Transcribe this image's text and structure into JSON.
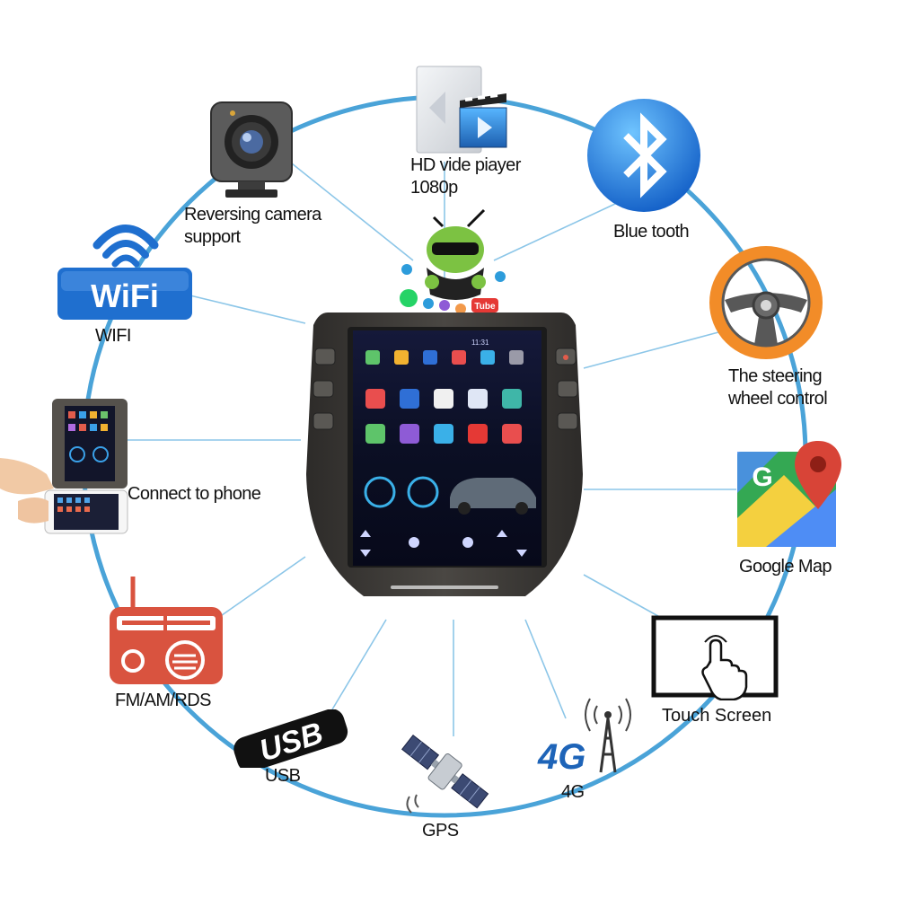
{
  "features": {
    "hd_video": {
      "label": "HD vide piayer\n1080p",
      "icon": "video-player-icon"
    },
    "bluetooth": {
      "label": "Blue tooth",
      "icon": "bluetooth-icon"
    },
    "reversing_camera": {
      "label": "Reversing camera\nsupport",
      "icon": "camera-icon"
    },
    "wifi": {
      "label": "WIFI",
      "logo_text": "WiFi",
      "icon": "wifi-icon"
    },
    "steering": {
      "label": "The steering\nwheel control",
      "icon": "steering-wheel-icon"
    },
    "connect_phone": {
      "label": "Connect to phone",
      "icon": "phone-connect-icon"
    },
    "google_map": {
      "label": "Google Map",
      "logo_text": "G",
      "icon": "google-map-icon"
    },
    "radio": {
      "label": "FM/AM/RDS",
      "icon": "radio-icon"
    },
    "touch_screen": {
      "label": "Touch Screen",
      "icon": "touch-screen-icon"
    },
    "usb": {
      "label": "USB",
      "logo_text": "USB",
      "icon": "usb-icon"
    },
    "gps": {
      "label": "GPS",
      "icon": "satellite-icon"
    },
    "network": {
      "label": "4G",
      "logo_text": "4G",
      "icon": "cell-tower-icon"
    }
  },
  "head_unit": {
    "badge_text": "Tube",
    "clock": "11:31",
    "icon": "android-mascot-icon"
  },
  "colors": {
    "ring": "#4aa3d8",
    "bluetooth_blue": "#1a73d6",
    "wifi_blue": "#1f6fcf",
    "steering_orange": "#f28c28",
    "radio_red": "#d9533f",
    "panel_dark": "#3d3b38",
    "screen": "#0a0d1c"
  }
}
